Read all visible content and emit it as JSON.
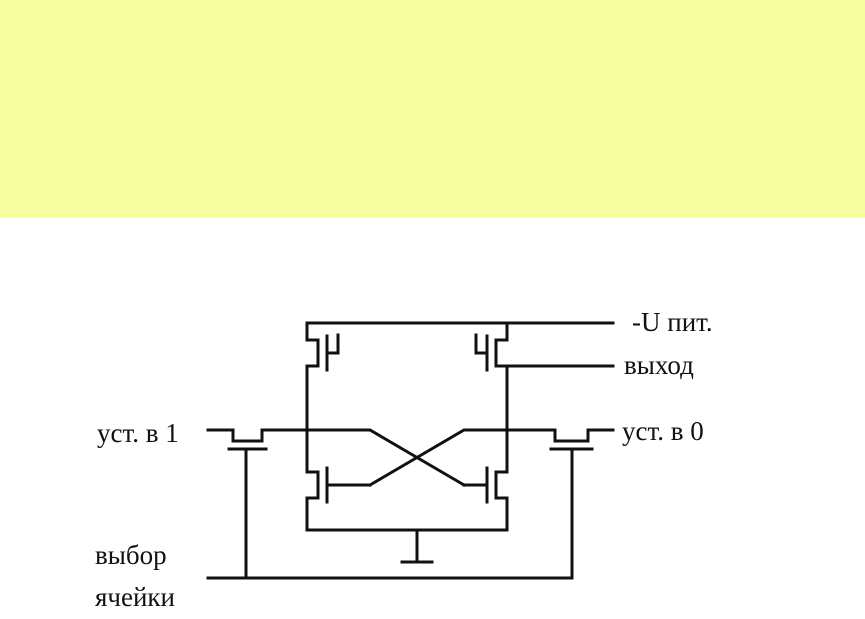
{
  "colors": {
    "banner": "#f5ff9f",
    "background": "#ffffff",
    "wire": "#111111"
  },
  "labels": {
    "supply": "-U пит.",
    "output": "выход",
    "set_one": "уст. в 1",
    "set_zero": "уст. в 0",
    "select_line1": "выбор",
    "select_line2": "ячейки"
  }
}
